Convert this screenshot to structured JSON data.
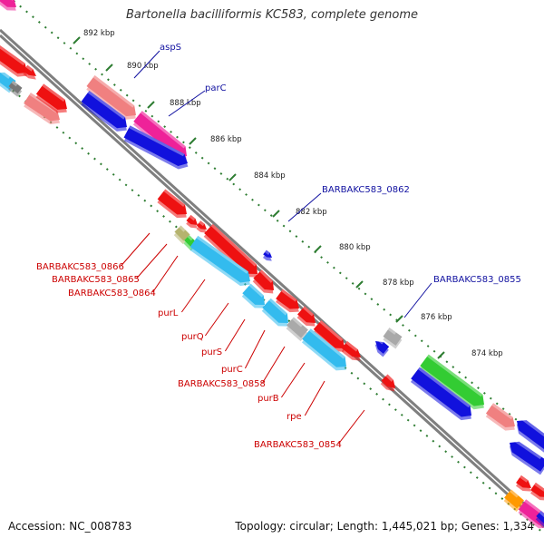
{
  "map": {
    "title": "Bartonella bacilliformis KC583, complete genome",
    "accession": "Accession: NC_008783",
    "summary": "Topology: circular; Length: 1,445,021 bp; Genes: 1,334"
  },
  "colors": {
    "backbone": "#7f7f7f",
    "tick": "#2e7d32",
    "cds_forward": "#ee1111",
    "cds_forward_light": "#f08080",
    "cds_reverse": "#1111dd",
    "cds_reverse_light": "#33bbee",
    "trna": "#ee2299",
    "gene_grey": "#a9a9a9",
    "gene_green": "#33cc33",
    "gene_olive": "#b5b36e",
    "gene_orange": "#ff9900",
    "label_blue": "#1010a0",
    "label_red": "#cc0000"
  },
  "ticks": [
    "892 kbp",
    "890 kbp",
    "888 kbp",
    "886 kbp",
    "884 kbp",
    "882 kbp",
    "880 kbp",
    "878 kbp",
    "876 kbp",
    "874 kbp"
  ],
  "outer_labels": [
    "aspS",
    "parC",
    "BARBAKC583_0862",
    "BARBAKC583_0855"
  ],
  "inner_labels": [
    "BARBAKC583_0866",
    "BARBAKC583_0865",
    "BARBAKC583_0864",
    "purL",
    "purQ",
    "purS",
    "purC",
    "BARBAKC583_0858",
    "purB",
    "rpe",
    "BARBAKC583_0854"
  ]
}
